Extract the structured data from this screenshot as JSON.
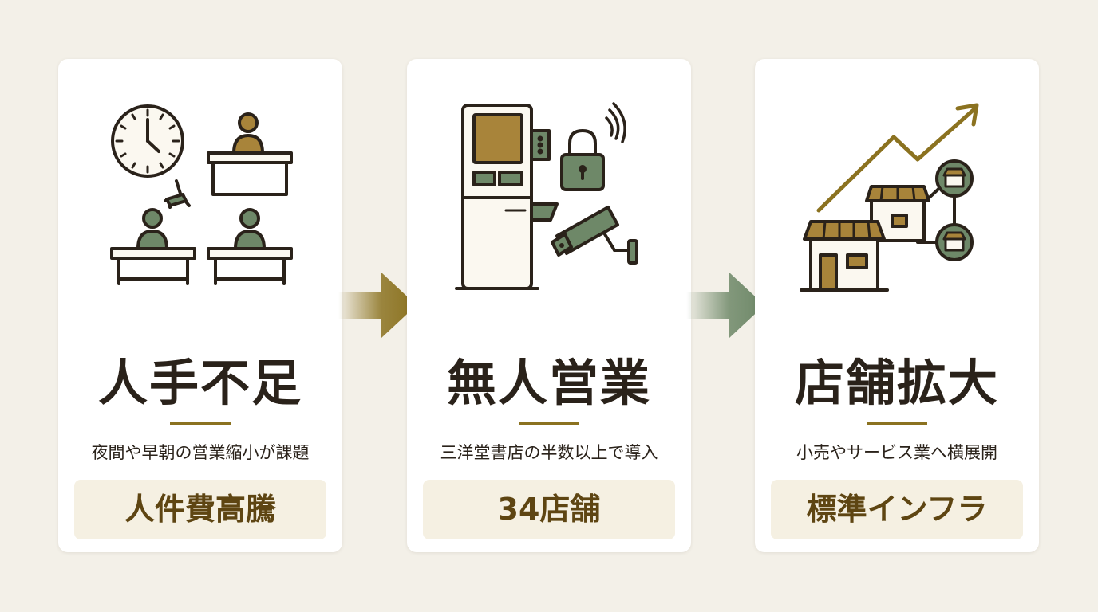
{
  "colors": {
    "background": "#f3f0e8",
    "card": "#ffffff",
    "outline": "#2a221a",
    "gold": "#8b7220",
    "green": "#6e8868",
    "brown_text": "#5e4512",
    "badge_bg": "#f5f0e2"
  },
  "steps": [
    {
      "icon": "office-staff-clock-icon",
      "title": "人手不足",
      "subtitle": "夜間や早朝の営業縮小が課題",
      "badge": "人件費高騰"
    },
    {
      "icon": "kiosk-security-camera-icon",
      "title": "無人営業",
      "subtitle": "三洋堂書店の半数以上で導入",
      "badge": "34店舗"
    },
    {
      "icon": "store-network-growth-icon",
      "title": "店舗拡大",
      "subtitle": "小売やサービス業へ横展開",
      "badge": "標準インフラ"
    }
  ],
  "arrows": [
    {
      "icon": "right-arrow-icon",
      "color": "#8b7220"
    },
    {
      "icon": "right-arrow-icon",
      "color": "#6e8868"
    }
  ]
}
